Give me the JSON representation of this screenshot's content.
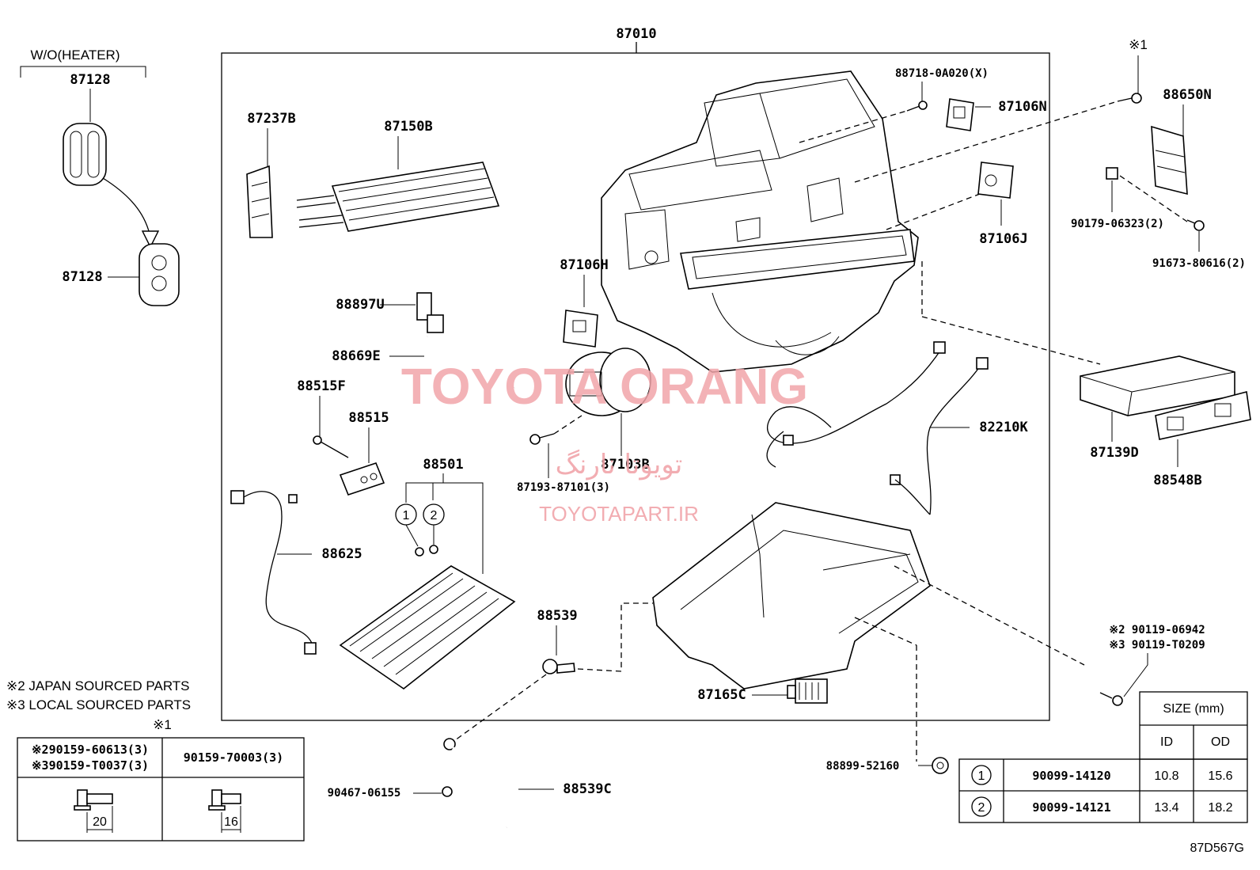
{
  "header": {
    "assembly_label": "87010",
    "wo_heater": "W/O(HEATER)",
    "ref_mark_1": "※1",
    "ref_mark_2": "※1"
  },
  "labels": {
    "l87128a": "87128",
    "l87128b": "87128",
    "l87237b": "87237B",
    "l87150b": "87150B",
    "l88718": "88718-0A020(X)",
    "l87106n": "87106N",
    "l88650n": "88650N",
    "l87106j": "87106J",
    "l90179": "90179-06323(2)",
    "l91673": "91673-80616(2)",
    "l87106h": "87106H",
    "l88897u": "88897U",
    "l88669e": "88669E",
    "l88515f": "88515F",
    "l88515": "88515",
    "l88501": "88501",
    "l87103b": "87103B",
    "l87193": "87193-87101(3)",
    "l82210k": "82210K",
    "l87139d": "87139D",
    "l88548b": "88548B",
    "l88625": "88625",
    "l88539": "88539",
    "l87165c": "87165C",
    "l90119a": "※2 90119-06942",
    "l90119b": "※3 90119-T0209",
    "l88899": "88899-52160",
    "l90467": "90467-06155",
    "l88539c": "88539C",
    "circ1": "1",
    "circ2": "2"
  },
  "notes": {
    "japan": "※2 JAPAN SOURCED PARTS",
    "local": "※3 LOCAL SOURCED PARTS"
  },
  "bolt_table": {
    "col1_line1": "※290159-60613(3)",
    "col1_line2": "※390159-T0037(3)",
    "col2": "90159-70003(3)",
    "dim1": "20",
    "dim2": "16"
  },
  "size_table": {
    "header": "SIZE (mm)",
    "col_id": "ID",
    "col_od": "OD",
    "rows": [
      {
        "mark": "1",
        "part": "90099-14120",
        "id": "10.8",
        "od": "15.6"
      },
      {
        "mark": "2",
        "part": "90099-14121",
        "id": "13.4",
        "od": "18.2"
      }
    ]
  },
  "watermark": {
    "brand": "TOYOTA ORANG",
    "persian": "تویوتا نارنگ",
    "url": "TOYOTAPART.IR"
  },
  "figure_code": "87D567G"
}
